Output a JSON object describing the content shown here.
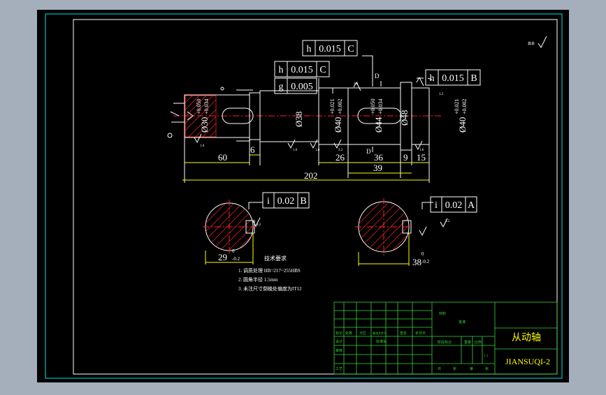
{
  "drawing": {
    "title_cn": "从动轴",
    "drawing_number": "JIANSUQI-2",
    "roughness_corner": "其余"
  },
  "dimensions": {
    "len_60": "60",
    "len_6": "6",
    "len_26": "26",
    "len_36": "36",
    "len_39": "39",
    "len_9": "9",
    "len_15": "15",
    "len_202": "202",
    "d30": "Ø30",
    "d30_tol_up": "+0.050",
    "d30_tol_low": "+0.034",
    "d38": "Ø38",
    "d40a": "Ø40",
    "d40a_tol_up": "+0.021",
    "d40a_tol_low": "+0.002",
    "d44": "Ø44",
    "d44_tol_up": "+0.050",
    "d44_tol_low": "+0.034",
    "d48": "Ø48",
    "d40b": "Ø40",
    "d40b_tol_up": "+0.021",
    "d40b_tol_low": "+0.002",
    "sec1_depth": "29",
    "sec1_tol_up": "0",
    "sec1_tol_low": "-0.2",
    "sec2_depth": "38",
    "sec2_tol_up": "0",
    "sec2_tol_low": "-0.2",
    "section_label": "D",
    "roughness_values": [
      "1.6",
      "1.6",
      "1.6",
      "3.2",
      "1.6",
      "1.6",
      "3.2"
    ]
  },
  "tolerance_frames": [
    {
      "symbol": "h",
      "value": "0.015",
      "datum": "C"
    },
    {
      "symbol": "h",
      "value": "0.015",
      "datum": "C"
    },
    {
      "symbol": "g",
      "value": "0.005",
      "datum": ""
    },
    {
      "symbol": "h",
      "value": "0.015",
      "datum": "B"
    },
    {
      "symbol": "i",
      "value": "0.02",
      "datum": "B"
    },
    {
      "symbol": "i",
      "value": "0.02",
      "datum": "A"
    }
  ],
  "tech_req": {
    "title": "技术要求",
    "items": [
      "1. 调质处理 HB=217~255HBS",
      "2. 圆角半径 1.5mm",
      "3. 未注尺寸倒棱处偏度为IT12"
    ]
  },
  "title_block": {
    "labels": [
      "标记",
      "处数",
      "分区",
      "更改文件号",
      "签名",
      "年月日"
    ],
    "rows": [
      "设计",
      "审核",
      "工艺"
    ],
    "field_std": "标准化",
    "field_stage": "阶段标记",
    "field_weight": "重量",
    "field_scale": "比例",
    "scale_value": "1:1",
    "field_material": "材料",
    "field_approve": "批准",
    "sheets": [
      "共",
      "张",
      "第",
      "张"
    ]
  }
}
